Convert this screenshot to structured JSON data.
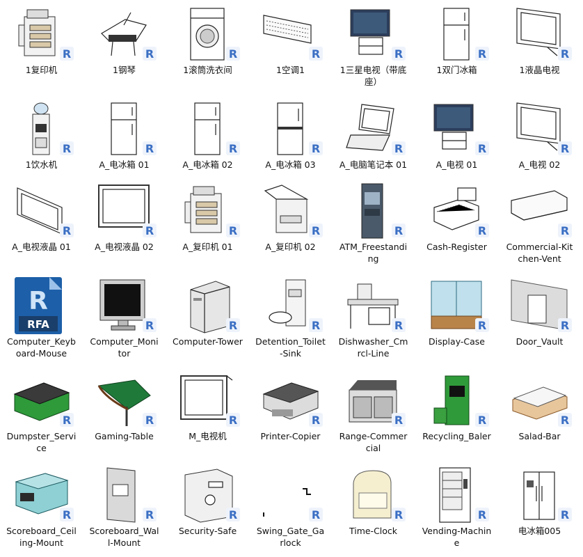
{
  "items": [
    {
      "label": "1复印机",
      "icon": "copier-icon"
    },
    {
      "label": "1钢琴",
      "icon": "piano-icon"
    },
    {
      "label": "1滚筒洗衣间",
      "icon": "washing-machine-icon"
    },
    {
      "label": "1空调1",
      "icon": "air-conditioner-icon"
    },
    {
      "label": "1三星电视（带底座）",
      "icon": "tv-stand-icon"
    },
    {
      "label": "1双门冰箱",
      "icon": "fridge-icon"
    },
    {
      "label": "1液晶电视",
      "icon": "lcd-tv-icon"
    },
    {
      "label": "1饮水机",
      "icon": "water-dispenser-icon"
    },
    {
      "label": "A_电冰箱 01",
      "icon": "fridge-icon"
    },
    {
      "label": "A_电冰箱 02",
      "icon": "fridge-icon"
    },
    {
      "label": "A_电冰箱 03",
      "icon": "fridge-tall-icon"
    },
    {
      "label": "A_电脑笔记本 01",
      "icon": "laptop-icon"
    },
    {
      "label": "A_电视 01",
      "icon": "tv-stand-icon"
    },
    {
      "label": "A_电视 02",
      "icon": "lcd-tv-icon"
    },
    {
      "label": "A_电视液晶 01",
      "icon": "flat-panel-icon"
    },
    {
      "label": "A_电视液晶 02",
      "icon": "monitor-flat-icon"
    },
    {
      "label": "A_复印机 01",
      "icon": "copier-icon"
    },
    {
      "label": "A_复印机 02",
      "icon": "copier-open-icon"
    },
    {
      "label": "ATM_Freestanding",
      "icon": "atm-icon"
    },
    {
      "label": "Cash-Register",
      "icon": "cash-register-icon"
    },
    {
      "label": "Commercial-Kitchen-Vent",
      "icon": "kitchen-vent-icon"
    },
    {
      "label": "Computer_Keyboard-Mouse",
      "icon": "rfa-file-icon"
    },
    {
      "label": "Computer_Monitor",
      "icon": "crt-monitor-icon"
    },
    {
      "label": "Computer-Tower",
      "icon": "computer-tower-icon"
    },
    {
      "label": "Detention_Toilet-Sink",
      "icon": "toilet-sink-icon"
    },
    {
      "label": "Dishwasher_Cmrcl-Line",
      "icon": "dishwasher-line-icon"
    },
    {
      "label": "Display-Case",
      "icon": "display-case-icon"
    },
    {
      "label": "Door_Vault",
      "icon": "vault-door-icon"
    },
    {
      "label": "Dumpster_Service",
      "icon": "dumpster-icon"
    },
    {
      "label": "Gaming-Table",
      "icon": "gaming-table-icon"
    },
    {
      "label": "M_电视机",
      "icon": "tv-frame-icon"
    },
    {
      "label": "Printer-Copier",
      "icon": "printer-copier-icon"
    },
    {
      "label": "Range-Commercial",
      "icon": "range-icon"
    },
    {
      "label": "Recycling_Baler",
      "icon": "baler-icon"
    },
    {
      "label": "Salad-Bar",
      "icon": "salad-bar-icon"
    },
    {
      "label": "Scoreboard_Ceiling-Mount",
      "icon": "scoreboard-ceiling-icon"
    },
    {
      "label": "Scoreboard_Wall-Mount",
      "icon": "scoreboard-wall-icon"
    },
    {
      "label": "Security-Safe",
      "icon": "safe-icon"
    },
    {
      "label": "Swing_Gate_Garlock",
      "icon": "swing-gate-icon"
    },
    {
      "label": "Time-Clock",
      "icon": "time-clock-icon"
    },
    {
      "label": "Vending-Machine",
      "icon": "vending-machine-icon"
    },
    {
      "label": "电冰箱005",
      "icon": "fridge-side-icon"
    }
  ],
  "badge": {
    "letter": "R",
    "color": "#3b6fc4"
  }
}
